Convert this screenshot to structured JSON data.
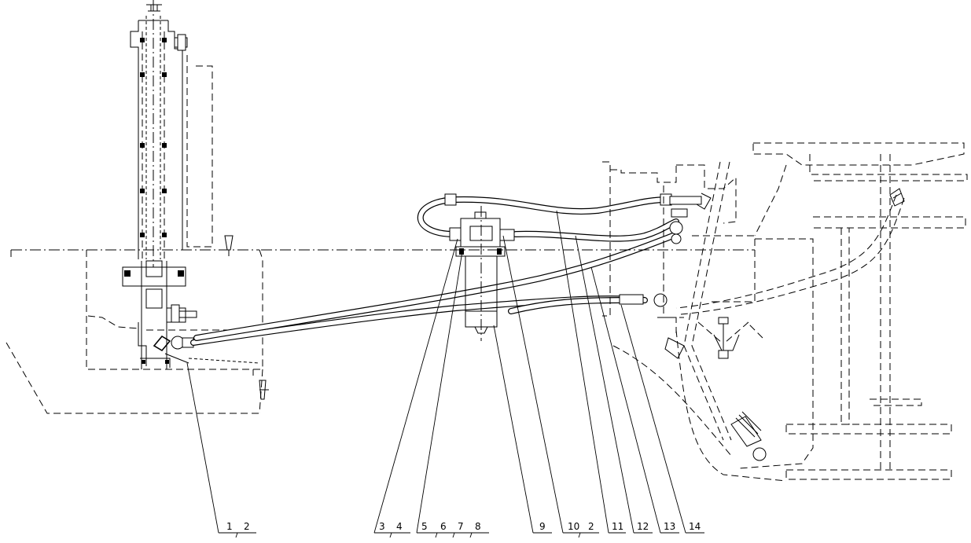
{
  "callouts": [
    {
      "id": "c1",
      "text": "1"
    },
    {
      "id": "c2",
      "text": "2"
    },
    {
      "id": "c3",
      "text": "3"
    },
    {
      "id": "c4",
      "text": "4"
    },
    {
      "id": "c5",
      "text": "5"
    },
    {
      "id": "c6",
      "text": "6"
    },
    {
      "id": "c7",
      "text": "7"
    },
    {
      "id": "c8",
      "text": "8"
    },
    {
      "id": "c9",
      "text": "9"
    },
    {
      "id": "c10",
      "text": "10"
    },
    {
      "id": "c2b",
      "text": "2"
    },
    {
      "id": "c11",
      "text": "11"
    },
    {
      "id": "c12",
      "text": "12"
    },
    {
      "id": "c13",
      "text": "13"
    },
    {
      "id": "c14",
      "text": "14"
    }
  ]
}
